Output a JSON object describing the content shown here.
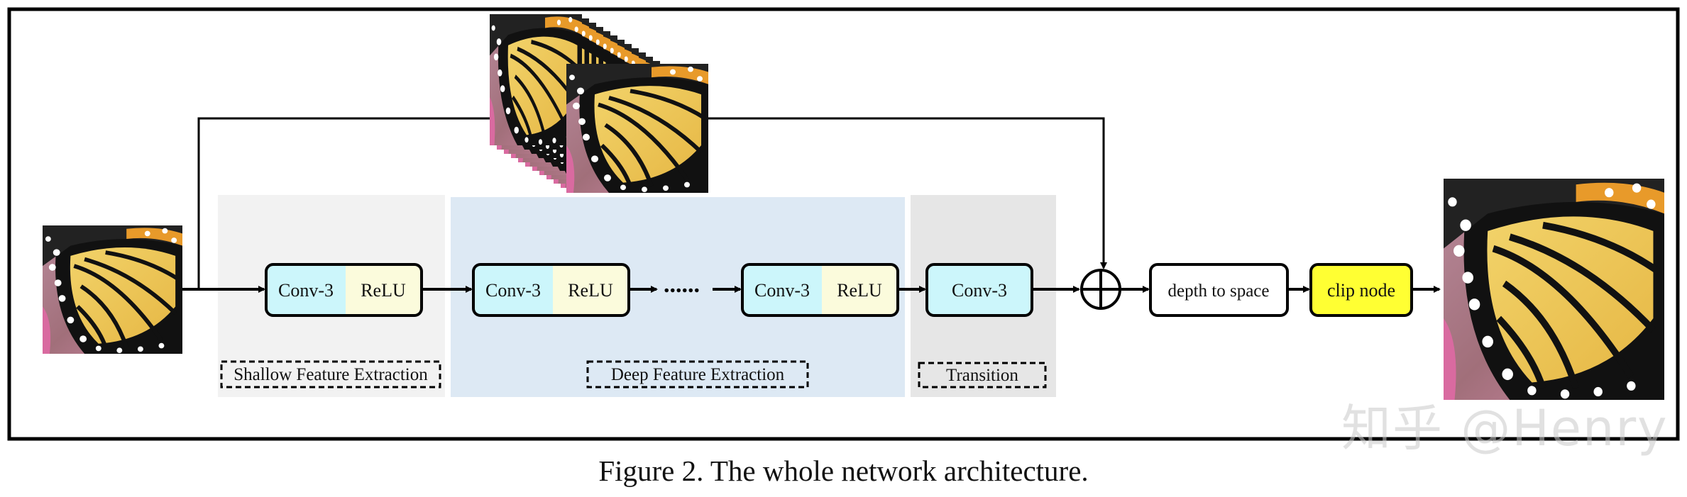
{
  "blocks": {
    "conv3": "Conv-3",
    "relu": "ReLU",
    "depth_to_space": "depth to space",
    "clip_node": "clip node"
  },
  "sections": {
    "shallow": "Shallow Feature Extraction",
    "deep": "Deep Feature Extraction",
    "transition": "Transition"
  },
  "ellipsis": "......",
  "caption": "Figure 2. The whole network architecture.",
  "watermark": "知乎 @Henry",
  "colors": {
    "conv_fill": "#ccf6fb",
    "relu_fill": "#fbfbdc",
    "clip_fill": "#ffff33",
    "shallow_bg": "#f2f2f2",
    "deep_bg": "#dde9f4",
    "transition_bg": "#e6e6e6"
  },
  "icons": [
    "butterfly-input-image",
    "butterfly-feature-maps-stack",
    "butterfly-output-image",
    "plus-circle-icon"
  ]
}
